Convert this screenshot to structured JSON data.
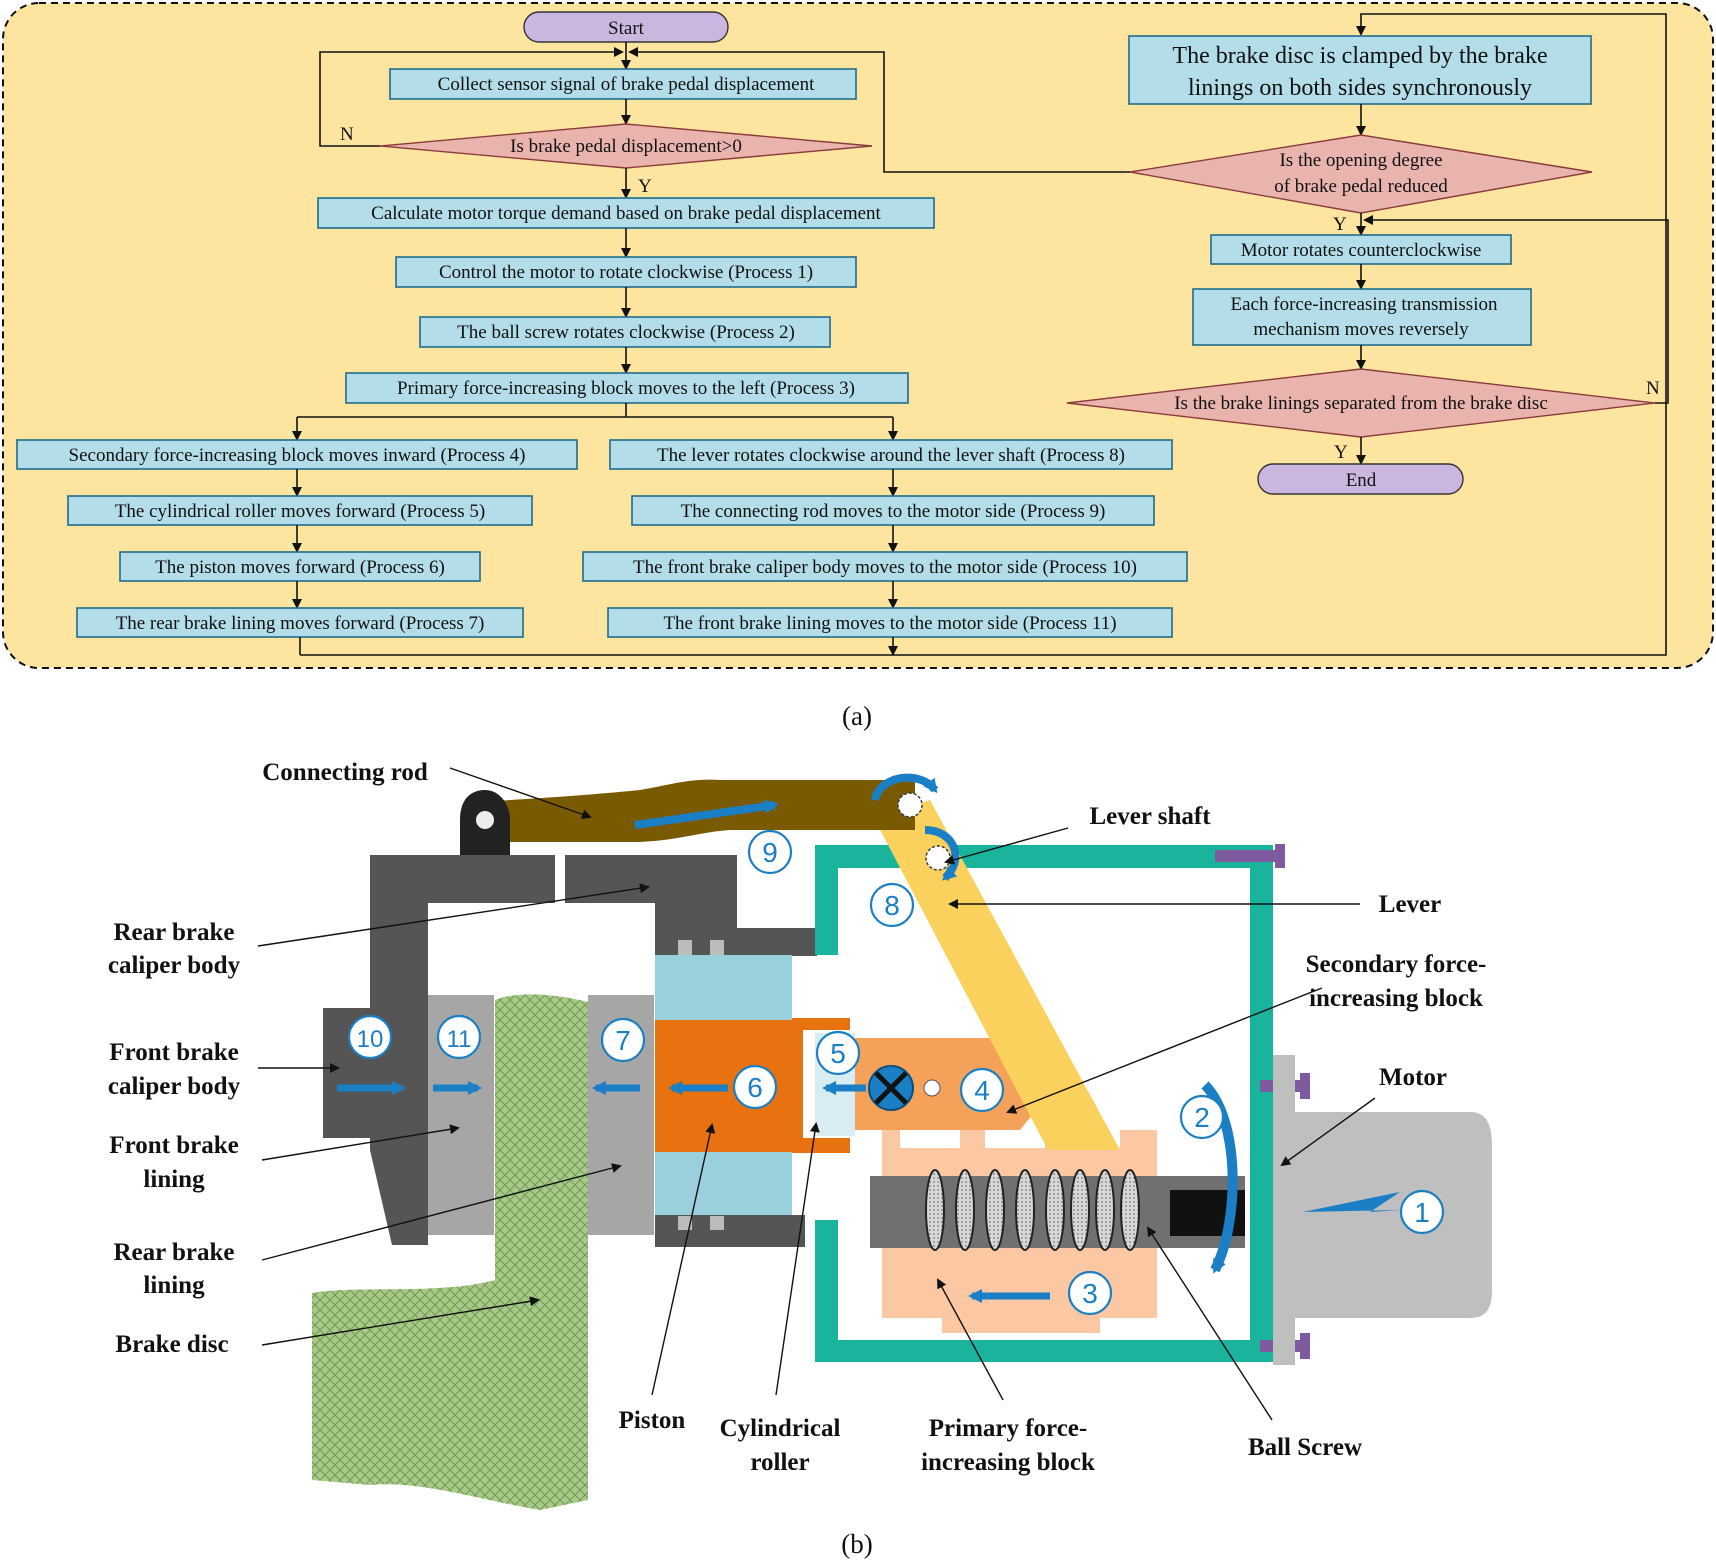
{
  "flowchart": {
    "start": "Start",
    "end": "End",
    "collect": "Collect  sensor signal of brake pedal displacement",
    "decision_pedal": "Is brake pedal displacement>0",
    "calc": "Calculate motor torque demand based on brake pedal displacement",
    "p1": "Control the motor to rotate clockwise (Process 1)",
    "p2": "The ball screw rotates clockwise (Process 2)",
    "p3": "Primary force-increasing block moves to the left (Process 3)",
    "p4": "Secondary force-increasing block moves inward (Process 4)",
    "p5": "The cylindrical roller moves forward (Process 5)",
    "p6": "The piston moves forward (Process 6)",
    "p7": "The rear brake lining moves forward (Process 7)",
    "p8": "The lever rotates clockwise around the lever shaft (Process 8)",
    "p9": "The connecting rod moves to the motor side (Process 9)",
    "p10": "The front brake caliper body moves to the motor side (Process 10)",
    "p11": "The front brake lining moves to the motor side (Process 11)",
    "clamped_l1": "The brake disc is clamped by the brake",
    "clamped_l2": "linings on both sides synchronously",
    "decision_open_l1": "Is the opening degree",
    "decision_open_l2": "of brake pedal reduced",
    "motor_ccw": "Motor rotates counterclockwise",
    "reverse_l1": "Each force-increasing transmission",
    "reverse_l2": "mechanism moves reversely",
    "decision_sep": "Is the brake linings separated from the brake disc",
    "yes": "Y",
    "no": "N"
  },
  "caption_a": "(a)",
  "caption_b": "(b)",
  "diagram_labels": {
    "connecting_rod": "Connecting rod",
    "lever_shaft": "Lever shaft",
    "lever": "Lever",
    "rear_caliper_l1": "Rear brake",
    "rear_caliper_l2": "caliper body",
    "secondary_l1": "Secondary force-",
    "secondary_l2": "increasing block",
    "front_caliper_l1": "Front brake",
    "front_caliper_l2": "caliper body",
    "motor": "Motor",
    "front_lining_l1": "Front brake",
    "front_lining_l2": "lining",
    "rear_lining_l1": "Rear brake",
    "rear_lining_l2": "lining",
    "brake_disc": "Brake disc",
    "piston": "Piston",
    "roller_l1": "Cylindrical",
    "roller_l2": "roller",
    "primary_l1": "Primary force-",
    "primary_l2": "increasing block",
    "ball_screw": "Ball Screw"
  },
  "process_numbers": [
    "1",
    "2",
    "3",
    "4",
    "5",
    "6",
    "7",
    "8",
    "9",
    "10",
    "11"
  ],
  "colors": {
    "flow_panel": "#fde5a0",
    "process_box": "#b3dde8",
    "decision": "#e8b4ad",
    "terminal": "#cbb6e0",
    "housing": "#1ab49c",
    "caliper": "#555555",
    "lining": "#a6a6a6",
    "disc": "#9fc27a",
    "piston": "#e8720f",
    "lever": "#fad15c",
    "rod": "#7a5a00",
    "primary_block": "#fcc8a4",
    "arrow": "#1a7fc4"
  }
}
